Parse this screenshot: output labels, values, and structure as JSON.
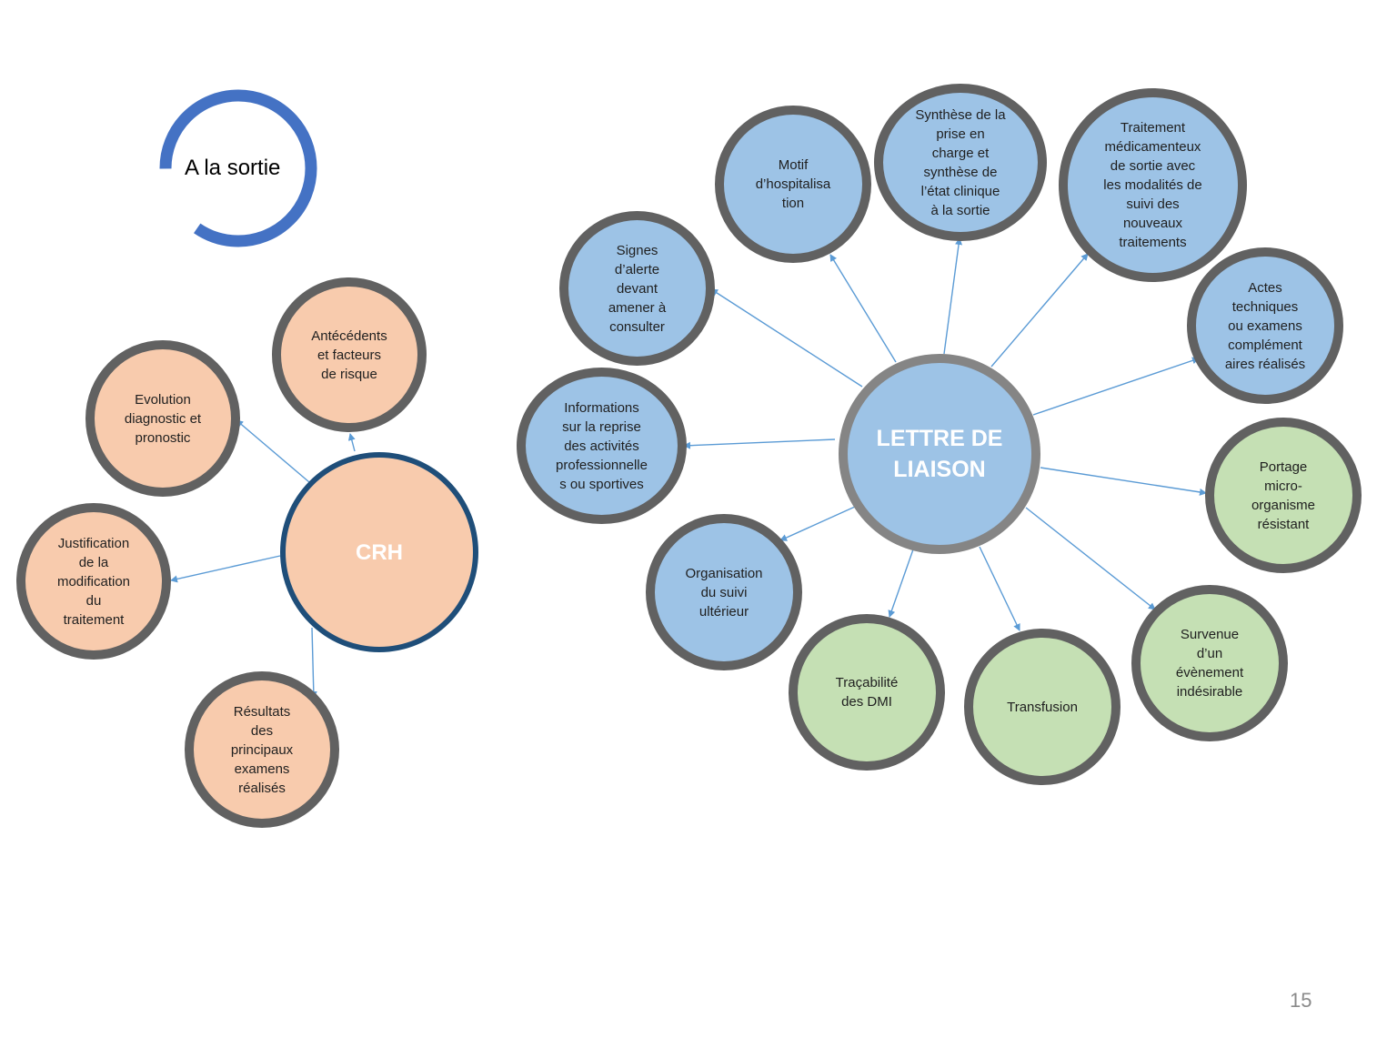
{
  "title": "A la sortie",
  "page_number": "15",
  "colors": {
    "accent_ring": "#4472c4",
    "blue_fill": "#9dc3e6",
    "orange_fill": "#f8cbad",
    "green_fill": "#c5e0b4",
    "grey_border": "#616161",
    "hub_liaison_border": "#858585",
    "hub_crh_border": "#1f4e79",
    "connector": "#5b9bd5"
  },
  "hubs": {
    "crh": {
      "label": "CRH"
    },
    "liaison": {
      "label": "LETTRE DE\nLIAISON"
    }
  },
  "crh_nodes": [
    {
      "id": "antecedents",
      "label": "Antécédents\net facteurs\nde risque"
    },
    {
      "id": "evolution",
      "label": "Evolution\ndiagnostic et\npronostic"
    },
    {
      "id": "justification",
      "label": "Justification\nde la\nmodification\ndu\ntraitement"
    },
    {
      "id": "resultats",
      "label": "Résultats\ndes\nprincipaux\nexamens\nréalisés"
    }
  ],
  "liaison_nodes": [
    {
      "id": "motif",
      "label": "Motif\nd’hospitalisa\ntion",
      "fill": "blue"
    },
    {
      "id": "synthese",
      "label": "Synthèse de la\nprise en\ncharge et\nsynthèse de\nl’état clinique\nà la sortie",
      "fill": "blue"
    },
    {
      "id": "traitement",
      "label": "Traitement\nmédicamenteux\nde sortie avec\nles modalités de\nsuivi des\nnouveaux\ntraitements",
      "fill": "blue"
    },
    {
      "id": "signes",
      "label": "Signes\nd’alerte\ndevant\namener à\nconsulter",
      "fill": "blue"
    },
    {
      "id": "actes",
      "label": "Actes\ntechniques\nou examens\ncomplément\naires réalisés",
      "fill": "blue"
    },
    {
      "id": "informations",
      "label": "Informations\nsur la reprise\ndes activités\nprofessionnelle\ns ou sportives",
      "fill": "blue"
    },
    {
      "id": "portage",
      "label": "Portage\nmicro-\norganisme\nrésistant",
      "fill": "green"
    },
    {
      "id": "organisation",
      "label": "Organisation\ndu suivi\nultérieur",
      "fill": "blue"
    },
    {
      "id": "tracabilite",
      "label": "Traçabilité\ndes DMI",
      "fill": "green"
    },
    {
      "id": "transfusion",
      "label": "Transfusion",
      "fill": "green"
    },
    {
      "id": "survenue",
      "label": "Survenue\nd’un\névènement\nindésirable",
      "fill": "green"
    }
  ]
}
